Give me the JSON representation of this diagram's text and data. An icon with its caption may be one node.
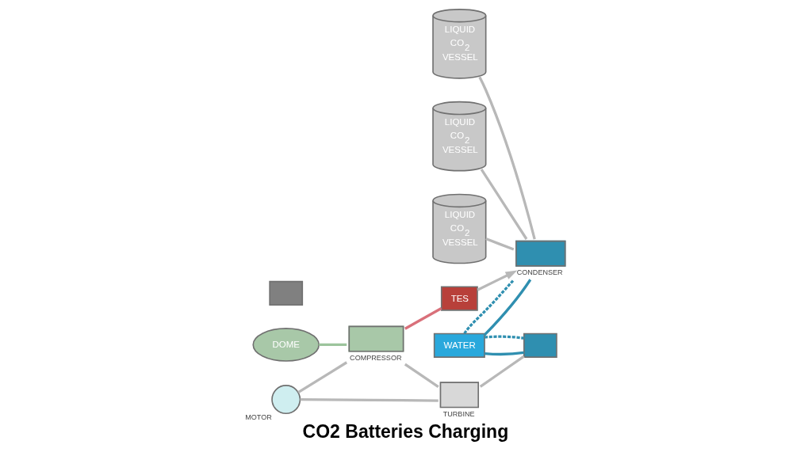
{
  "diagram": {
    "caption": "CO2 Batteries Charging",
    "nodes": [
      {
        "text": [
          "WATER"
        ]
      },
      {
        "text": [
          "LIQUID CO$_{2}$ VESSEL"
        ]
      },
      {
        "text": [
          "LIQUID CO$_{2}$ VESSEL"
        ]
      },
      {
        "text": [
          "LIQUID CO$_{2}$ VESSEL"
        ]
      },
      {
        "text": [],
        "shape": "box",
        "beside": [
          "CONDENSER"
        ]
      },
      {
        "text": [
          "TES"
        ]
      },
      {
        "text": [],
        "shape": "compressor",
        "beside": [
          "COMPRESSOR"
        ]
      },
      {
        "text": [],
        "shape": "circle",
        "beside": [
          "MOTOR"
        ]
      },
      {
        "text": [],
        "shape": "turbine",
        "beside": [
          "TURBINE"
        ]
      },
      {
        "text": [],
        "shape": "box"
      },
      {
        "text": [
          "DOME"
        ]
      },
      {
        "text": [],
        "shape": "box"
      }
    ],
    "edges": [
      {
        "from": 1,
        "to": 4,
        "arrow": "none"
      },
      {
        "from": 2,
        "to": 4,
        "arrow": "none"
      },
      {
        "from": 3,
        "to": 4,
        "arrow": "none"
      },
      {
        "from": 5,
        "to": 4,
        "arrow": "to"
      },
      {
        "from": 6,
        "to": 5,
        "arrow": "none",
        "color": "#d9707a"
      },
      {
        "from": 6,
        "to": 8,
        "arrow": "none"
      },
      {
        "from": 7,
        "to": 6,
        "arrow": "none"
      },
      {
        "from": 7,
        "to": 8,
        "arrow": "none"
      },
      {
        "from": 8,
        "to": 9,
        "arrow": "none"
      },
      {
        "from": 10,
        "to": 6,
        "arrow": "none",
        "color": "#9cc49c"
      },
      {
        "from": 0,
        "to": 4,
        "arrow": "none",
        "color": "#2f8fb0"
      },
      {
        "from": 0,
        "to": 9,
        "arrow": "none",
        "color": "#2f8fb0"
      },
      {
        "from": 0,
        "to": 4,
        "arrow": "none",
        "color": "#2f8fb0",
        "style": "dashed"
      },
      {
        "from": 0,
        "to": 9,
        "arrow": "none",
        "color": "#2f8fb0",
        "style": "dashed"
      }
    ]
  }
}
